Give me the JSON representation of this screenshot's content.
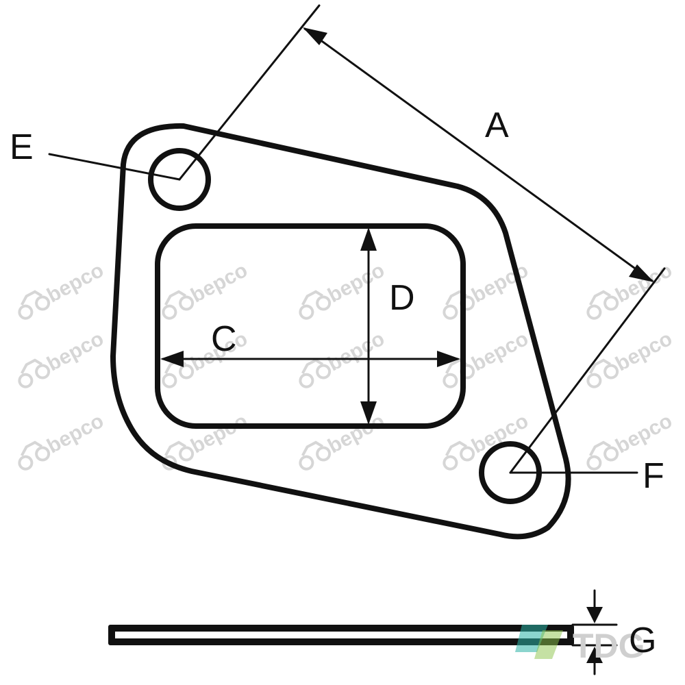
{
  "labels": {
    "A": "A",
    "C": "C",
    "D": "D",
    "E": "E",
    "F": "F",
    "G": "G"
  },
  "watermark": {
    "text": "bepco",
    "icon": "tractor-icon",
    "color": "#d6d6d6"
  },
  "logo": {
    "text": "TDG",
    "icon": "tdg-logo-icon",
    "accent": "#2bb3a6"
  },
  "colors": {
    "line": "#111111",
    "background": "#ffffff"
  }
}
